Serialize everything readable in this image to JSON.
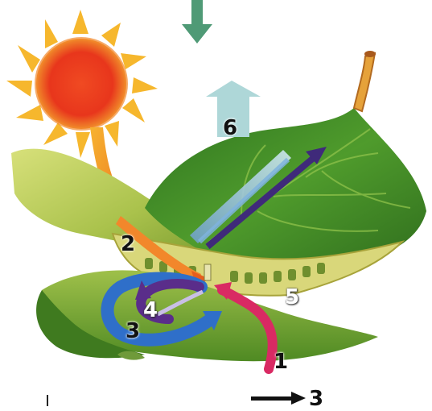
{
  "diagram": {
    "labels": {
      "l1": "1",
      "l2": "2",
      "l3": "3",
      "l4": "4",
      "l5": "5",
      "l6": "6",
      "l7": "3"
    },
    "colors": {
      "sun_outer": "#f5b52a",
      "sun_core": "#e8361c",
      "leaf_top": "#3f8a23",
      "leaf_light": "#c9d66a",
      "leaf_cells": "#5f7f2c",
      "light_ray": "#f2a12b",
      "water_in": "#d92a63",
      "co2_cycle": "#2f6fc9",
      "o2_cycle": "#5a2d8a",
      "sugar_flow": "#3f2a7a",
      "vapor_out": "#a9d4d6",
      "down_arrow": "#4f9a76"
    }
  }
}
